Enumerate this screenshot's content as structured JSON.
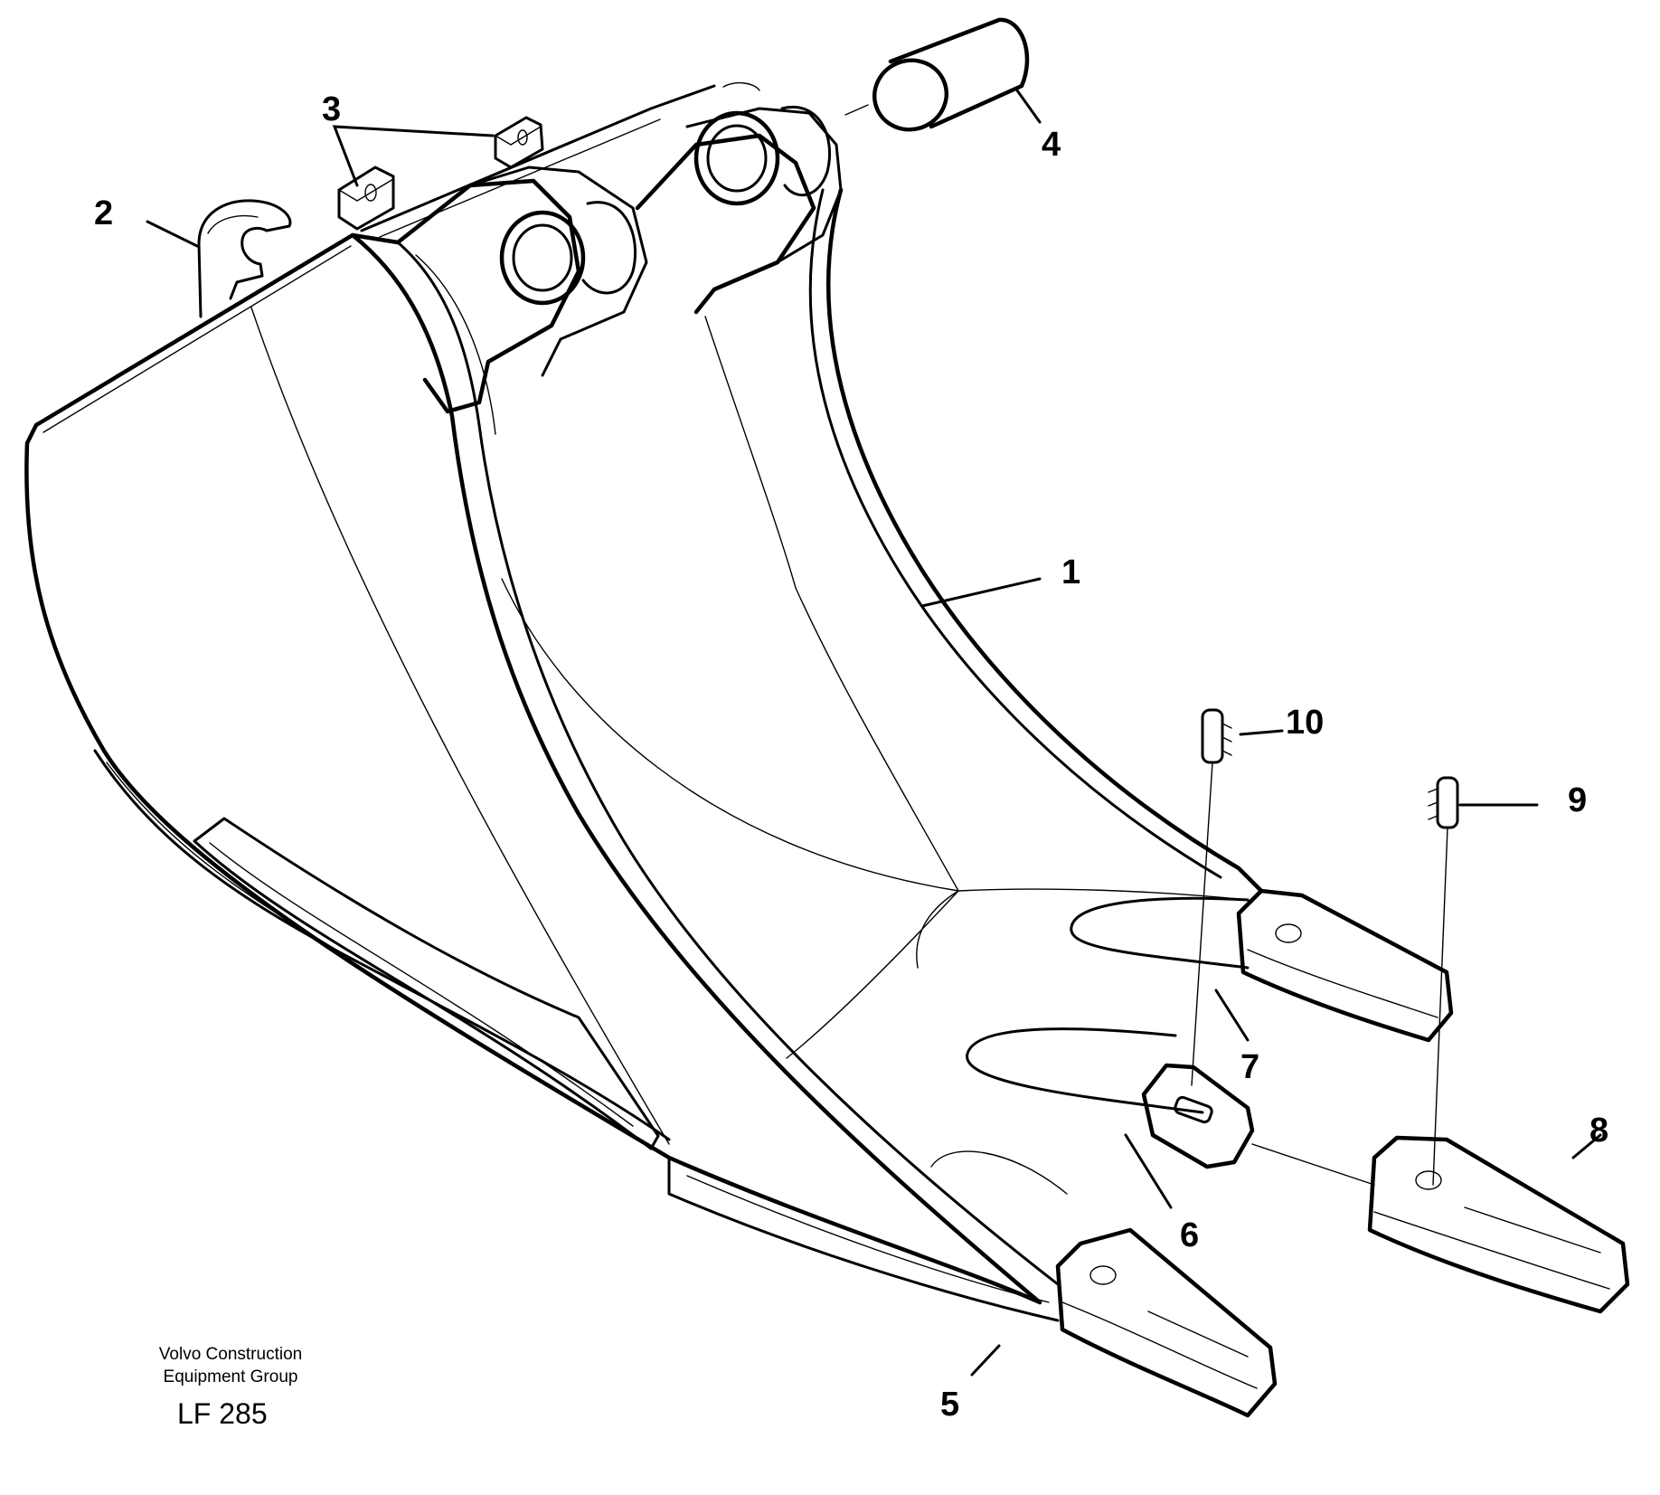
{
  "diagram": {
    "callouts": [
      {
        "id": "1",
        "label": "1"
      },
      {
        "id": "2",
        "label": "2"
      },
      {
        "id": "3",
        "label": "3"
      },
      {
        "id": "4",
        "label": "4"
      },
      {
        "id": "5",
        "label": "5"
      },
      {
        "id": "6",
        "label": "6"
      },
      {
        "id": "7",
        "label": "7"
      },
      {
        "id": "8",
        "label": "8"
      },
      {
        "id": "9",
        "label": "9"
      },
      {
        "id": "10",
        "label": "10"
      }
    ]
  },
  "footer": {
    "company_line1": "Volvo Construction",
    "company_line2": "Equipment Group",
    "figure_code": "LF 285"
  }
}
